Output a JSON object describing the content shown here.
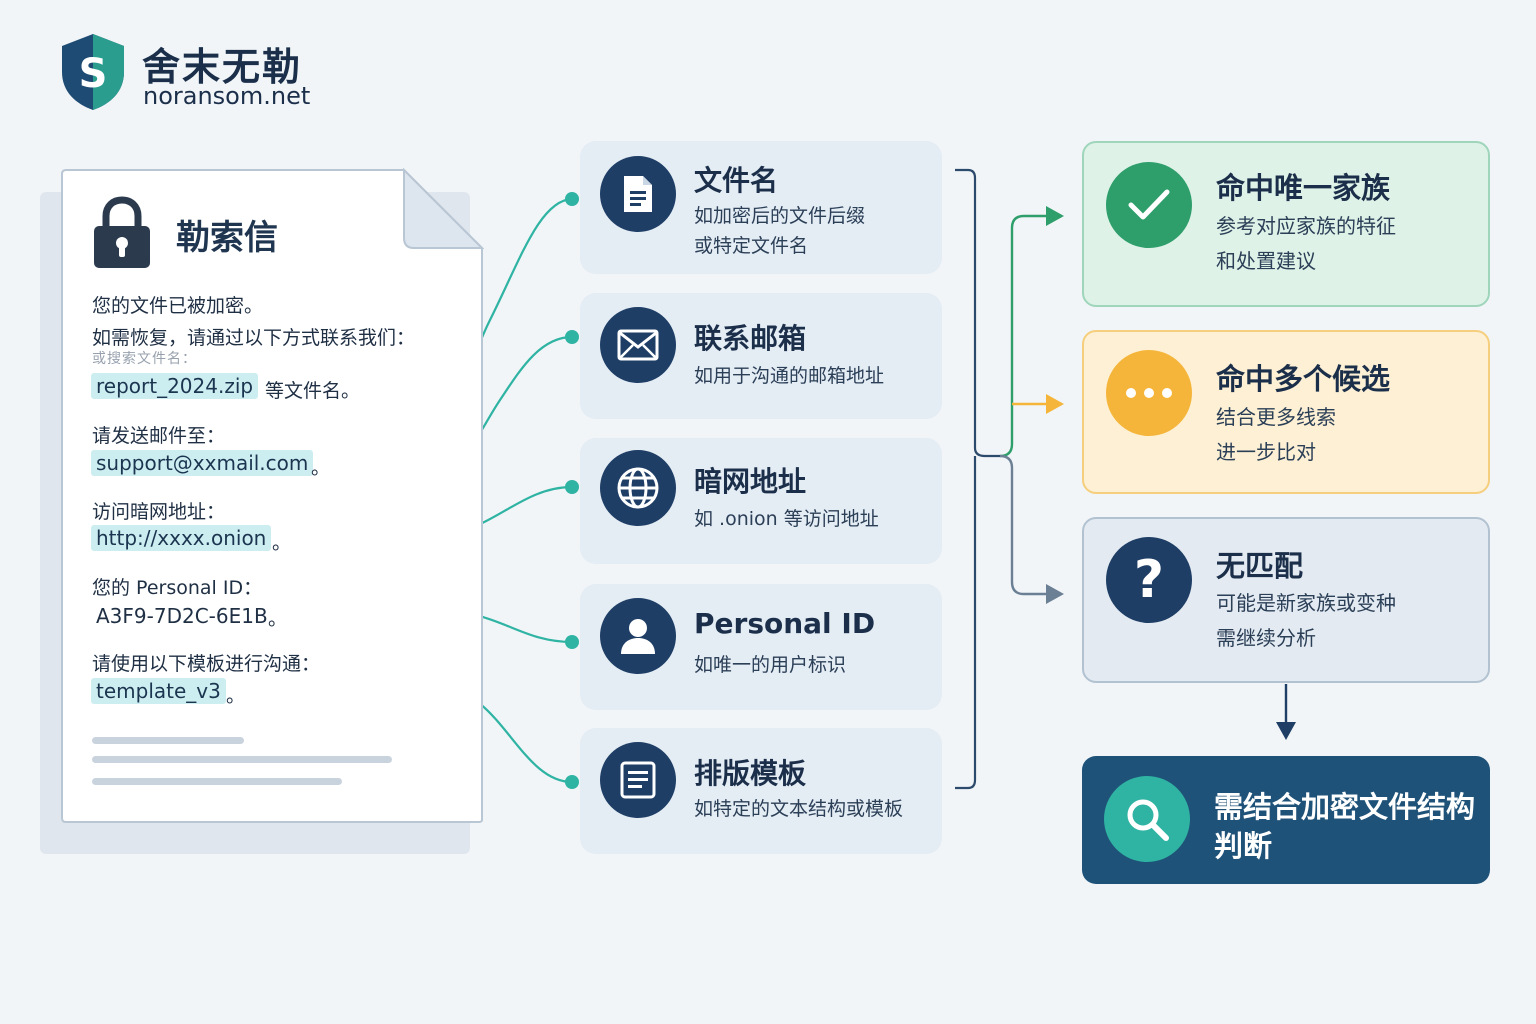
{
  "brand": {
    "name": "舍末无勒",
    "domain": "noransom.net"
  },
  "letter": {
    "title": "勒索信",
    "line1": "您的文件已被加密。",
    "line2": "如需恢复，请通过以下方式联系我们：",
    "line3": "或搜索文件名：",
    "file_value": "report_2024.zip",
    "file_tail": "等文件名。",
    "email_label": "请发送邮件至：",
    "email_value": "support@xxmail.com",
    "email_tail": "。",
    "onion_label": "访问暗网地址：",
    "onion_value": "http://xxxx.onion",
    "onion_tail": "。",
    "id_label": "您的 Personal ID：",
    "id_value": "A3F9-7D2C-6E1B",
    "id_tail": "。",
    "template_label": "请使用以下模板进行沟通：",
    "template_value": "template_v3",
    "template_tail": "。"
  },
  "indicators": [
    {
      "title": "文件名",
      "desc1": "如加密后的文件后缀",
      "desc2": "或特定文件名",
      "icon": "document-icon"
    },
    {
      "title": "联系邮箱",
      "desc1": "如用于沟通的邮箱地址",
      "desc2": "",
      "icon": "envelope-icon"
    },
    {
      "title": "暗网地址",
      "desc1": "如 .onion 等访问地址",
      "desc2": "",
      "icon": "globe-icon"
    },
    {
      "title": "Personal ID",
      "desc1": "如唯一的用户标识",
      "desc2": "",
      "icon": "user-icon"
    },
    {
      "title": "排版模板",
      "desc1": "如特定的文本结构或模板",
      "desc2": "",
      "icon": "template-icon"
    }
  ],
  "results": [
    {
      "title": "命中唯一家族",
      "desc1": "参考对应家族的特征",
      "desc2": "和处置建议",
      "icon": "check-icon",
      "color": "#2e9e6b"
    },
    {
      "title": "命中多个候选",
      "desc1": "结合更多线索",
      "desc2": "进一步比对",
      "icon": "more-icon",
      "color": "#f5b53a"
    },
    {
      "title": "无匹配",
      "desc1": "可能是新家族或变种",
      "desc2": "需继续分析",
      "icon": "question-icon",
      "color": "#1e3e66"
    }
  ],
  "final": {
    "line1": "需结合加密文件结构",
    "line2": "判断",
    "icon": "search-icon"
  },
  "colors": {
    "teal": "#2fb3a3",
    "navy": "#1e3e66",
    "green": "#2e9e6b",
    "orange": "#f5b53a",
    "slate": "#6b7f95"
  }
}
